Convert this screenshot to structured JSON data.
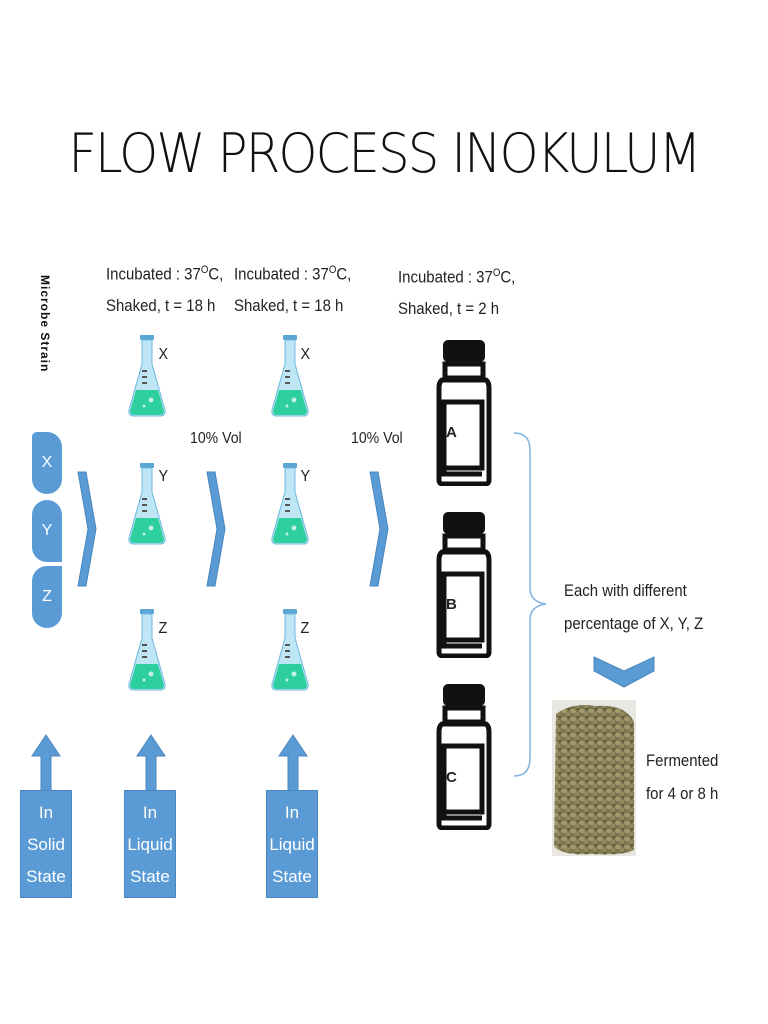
{
  "title": "FLOW PROCESS INOKULUM",
  "vertical_label": "Microbe Strain",
  "strains": [
    "X",
    "Y",
    "Z"
  ],
  "stages": [
    {
      "incubation_line1_pre": "Incubated : 37",
      "incubation_line1_sup": "O",
      "incubation_line1_post": "C,",
      "incubation_line2": "Shaked, t = 18 h"
    },
    {
      "incubation_line1_pre": "Incubated : 37",
      "incubation_line1_sup": "O",
      "incubation_line1_post": "C,",
      "incubation_line2": "Shaked, t = 18 h"
    },
    {
      "incubation_line1_pre": "Incubated : 37",
      "incubation_line1_sup": "O",
      "incubation_line1_post": "C,",
      "incubation_line2": "Shaked, t = 2 h"
    }
  ],
  "flask_labels": [
    "X",
    "Y",
    "Z"
  ],
  "transfer_labels": [
    "10% Vol",
    "10% Vol"
  ],
  "bottles": [
    "A",
    "B",
    "C"
  ],
  "bracket_note": {
    "line1": "Each with different",
    "line2": "percentage of X, Y, Z"
  },
  "fermented_note": {
    "line1": "Fermented",
    "line2": "for 4 or 8 h"
  },
  "state_boxes": [
    {
      "line1": "In",
      "line2": "Solid",
      "line3": "State"
    },
    {
      "line1": "In",
      "line2": "Liquid",
      "line3": "State"
    },
    {
      "line1": "In",
      "line2": "Liquid",
      "line3": "State"
    }
  ],
  "colors": {
    "accent": "#5b9bd5",
    "flask_liquid": "#2ecf9e",
    "flask_glass": "#bfe6f5",
    "bottle": "#111111",
    "beans": "#8a8258"
  }
}
